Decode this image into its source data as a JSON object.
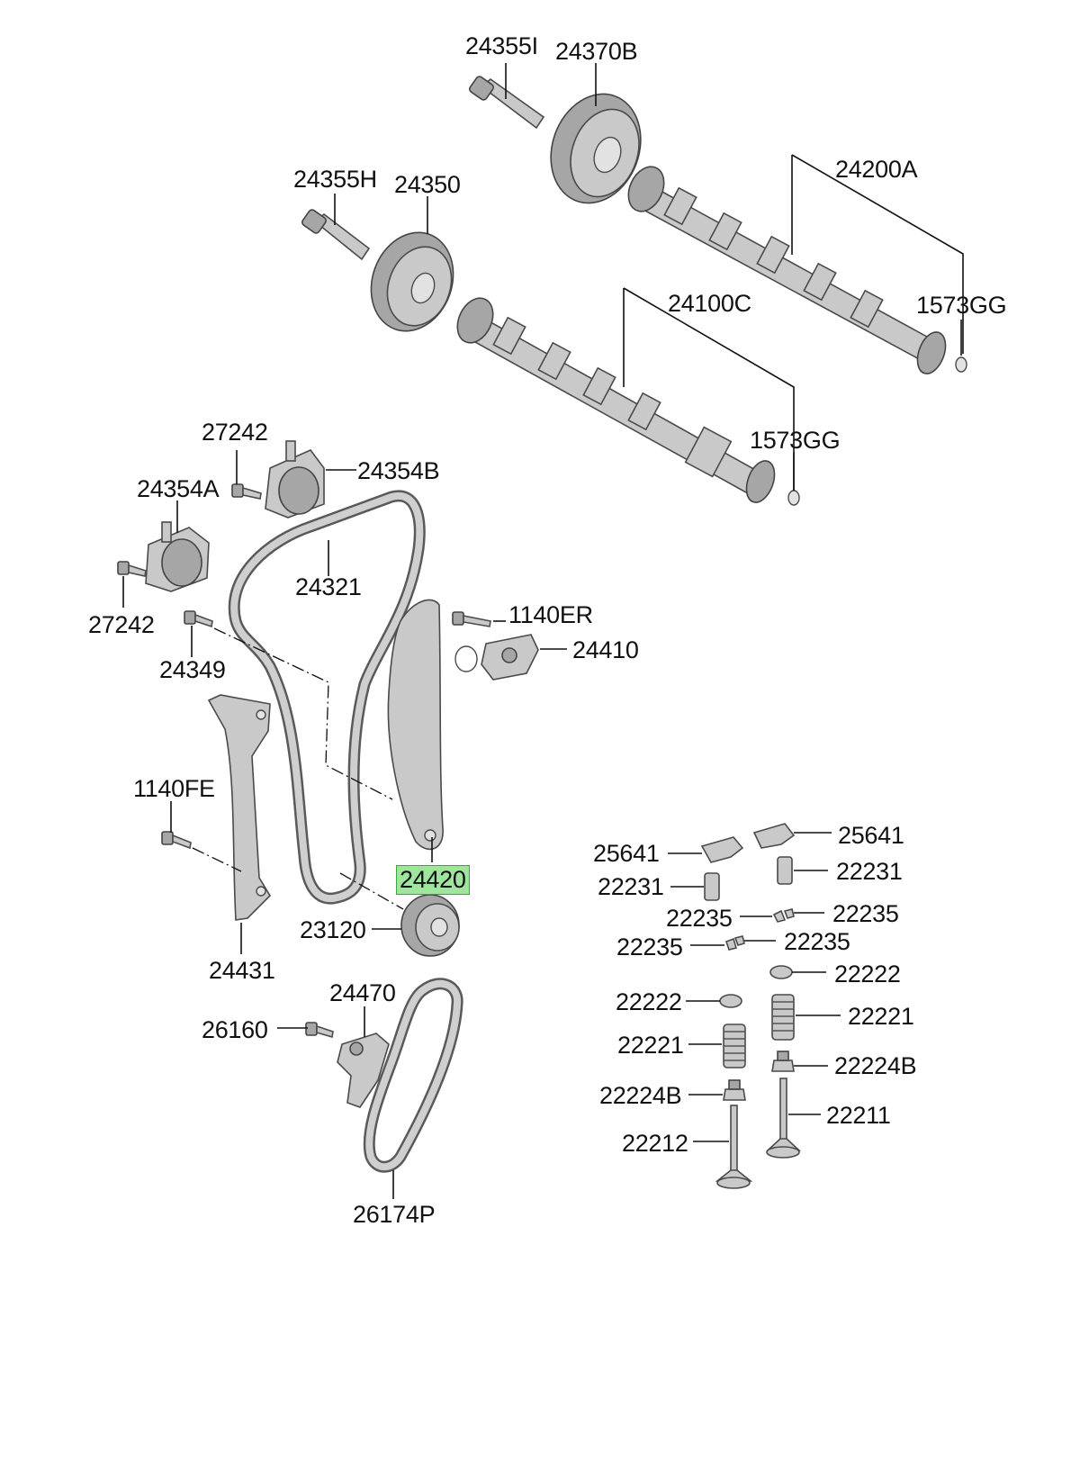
{
  "labels": {
    "l24355I": "24355I",
    "l24370B": "24370B",
    "l24355H": "24355H",
    "l24350": "24350",
    "l24200A": "24200A",
    "l1573GG_a": "1573GG",
    "l24100C": "24100C",
    "l1573GG_b": "1573GG",
    "l27242_a": "27242",
    "l24354B": "24354B",
    "l24354A": "24354A",
    "l24321": "24321",
    "l27242_b": "27242",
    "l1140ER": "1140ER",
    "l24410": "24410",
    "l24349": "24349",
    "l1140FE": "1140FE",
    "l24420": "24420",
    "l23120": "23120",
    "l24431": "24431",
    "l24470": "24470",
    "l26160": "26160",
    "l26174P": "26174P",
    "l25641_a": "25641",
    "l25641_b": "25641",
    "l22231_a": "22231",
    "l22231_b": "22231",
    "l22235_a": "22235",
    "l22235_b": "22235",
    "l22235_c": "22235",
    "l22235_d": "22235",
    "l22222_a": "22222",
    "l22222_b": "22222",
    "l22221_a": "22221",
    "l22221_b": "22221",
    "l22224B_a": "22224B",
    "l22224B_b": "22224B",
    "l22211": "22211",
    "l22212": "22212"
  },
  "highlighted_part": "24420",
  "colors": {
    "highlight_fill": "#9ee69e",
    "highlight_border": "#39a839",
    "part_gray": "#c9c9c9"
  }
}
